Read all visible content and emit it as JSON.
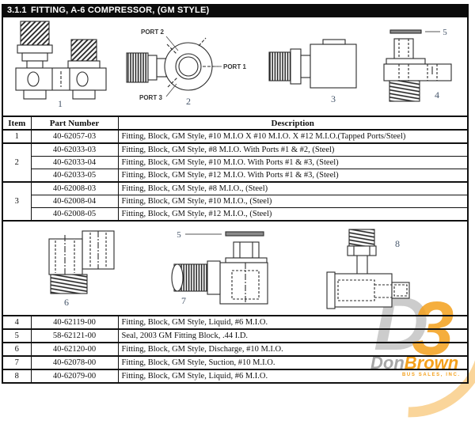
{
  "header": {
    "section_number": "3.1.1",
    "title": "FITTING, A-6 COMPRESSOR, (GM STYLE)"
  },
  "diagram_top": {
    "fig1": "1",
    "fig2": "2",
    "fig3": "3",
    "fig4": "4",
    "seal_ref": "5",
    "port1": "PORT 1",
    "port2": "PORT 2",
    "port3": "PORT 3"
  },
  "diagram_mid": {
    "fig6": "6",
    "fig7": "7",
    "fig8": "8",
    "seal_ref": "5"
  },
  "table": {
    "col_item": "Item",
    "col_part": "Part Number",
    "col_desc": "Description",
    "rows": [
      {
        "item": "1",
        "part": "40-62057-03",
        "desc": "Fitting, Block, GM Style, #10 M.I.O X #10 M.I.O. X #12 M.I.O.(Tapped Ports/Steel)"
      },
      {
        "item": "2",
        "part": "40-62033-03",
        "desc": "Fitting, Block, GM Style, #8 M.I.O. With Ports #1 & #2, (Steel)"
      },
      {
        "part": "40-62033-04",
        "desc": "Fitting, Block, GM Style, #10 M.I.O. With Ports #1 & #3, (Steel)"
      },
      {
        "part": "40-62033-05",
        "desc": "Fitting, Block, GM Style, #12 M.I.O. With Ports #1 & #3, (Steel)"
      },
      {
        "item": "3",
        "part": "40-62008-03",
        "desc": "Fitting, Block, GM Style, #8 M.I.O., (Steel)"
      },
      {
        "part": "40-62008-04",
        "desc": "Fitting, Block, GM Style, #10 M.I.O., (Steel)"
      },
      {
        "part": "40-62008-05",
        "desc": "Fitting, Block, GM Style, #12 M.I.O., (Steel)"
      },
      {
        "item": "4",
        "part": "40-62119-00",
        "desc": "Fitting, Block, GM Style, Liquid, #6 M.I.O."
      },
      {
        "item": "5",
        "part": "58-62121-00",
        "desc": "Seal, 2003 GM Fitting Block, .44 I.D."
      },
      {
        "item": "6",
        "part": "40-62120-00",
        "desc": "Fitting, Block, GM Style, Discharge, #10 M.I.O."
      },
      {
        "item": "7",
        "part": "40-62078-00",
        "desc": "Fitting, Block, GM Style, Suction, #10 M.I.O."
      },
      {
        "item": "8",
        "part": "40-62079-00",
        "desc": "Fitting, Block, GM Style, Liquid, #6 M.I.O."
      }
    ]
  },
  "watermark": {
    "logo_d": "D",
    "logo_3": "3",
    "name_gray": "Don",
    "name_orange": "Brown",
    "subtext": "BUS SALES, INC.",
    "gray_color": "#bcbcbc",
    "orange_color": "#f4a01c"
  }
}
